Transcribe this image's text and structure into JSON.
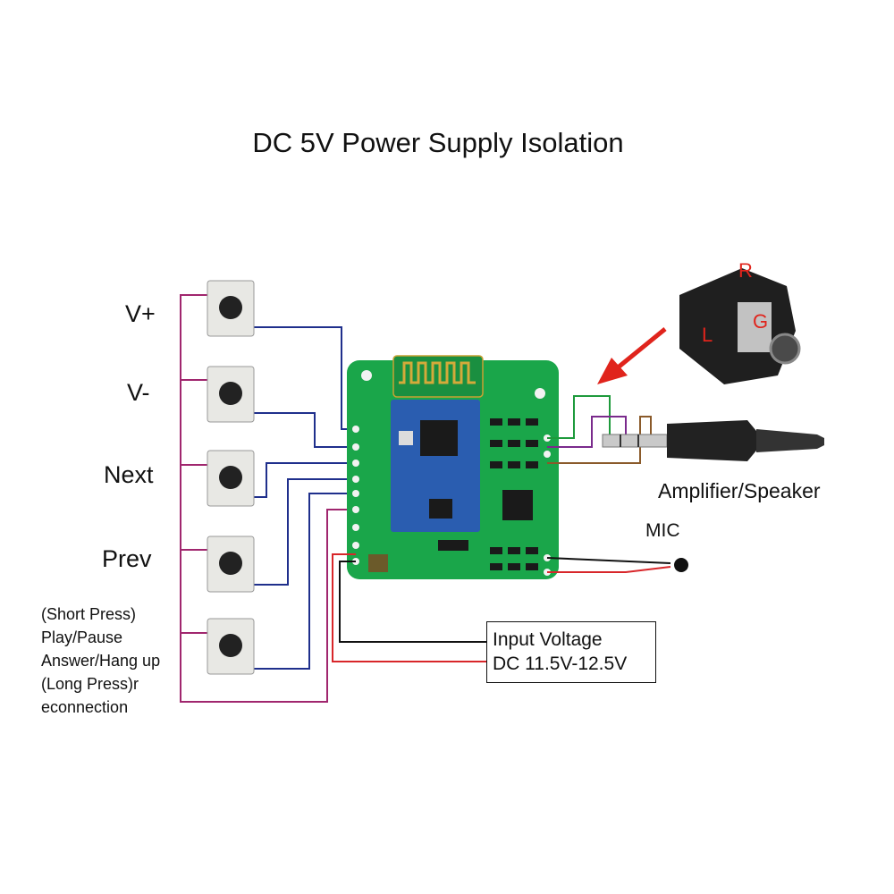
{
  "title": "DC 5V Power Supply Isolation",
  "buttons": [
    {
      "label": "V+"
    },
    {
      "label": "V-"
    },
    {
      "label": "Next"
    },
    {
      "label": "Prev"
    },
    {
      "label": ""
    }
  ],
  "play_note": [
    "(Short Press)",
    "Play/Pause",
    "Answer/Hang up",
    "(Long Press)r",
    "econnection"
  ],
  "jack_pins": {
    "r": "R",
    "g": "G",
    "l": "L"
  },
  "labels": {
    "amplifier": "Amplifier/Speaker",
    "mic": "MIC"
  },
  "input_voltage": {
    "line1": "Input Voltage",
    "line2": "DC 11.5V-12.5V"
  },
  "colors": {
    "purple_wire": "#a0266e",
    "blue_wire": "#1f2f8c",
    "green_wire": "#1e9a3c",
    "red_wire": "#d8262a",
    "board": "#1aa64a",
    "module": "#2a5db0",
    "arrow": "#e0241c"
  }
}
